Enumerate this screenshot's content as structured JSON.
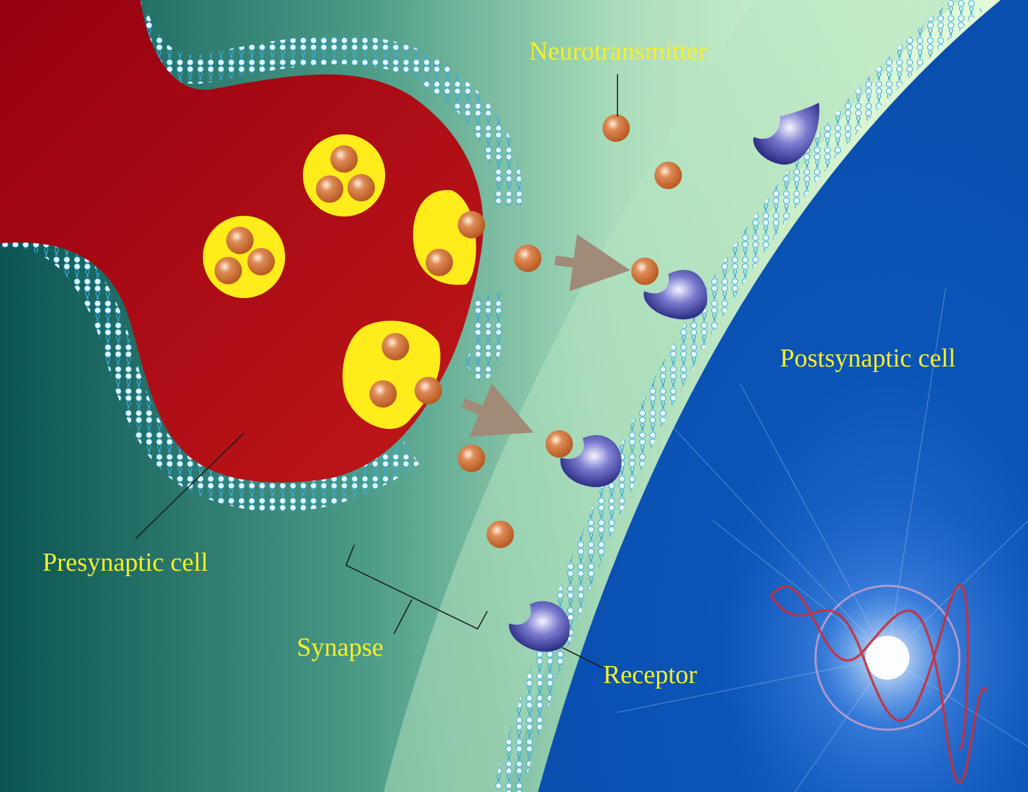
{
  "labels": {
    "neurotransmitter": "Neurotransmitter",
    "postsynaptic": "Postsynaptic cell",
    "presynaptic": "Presynaptic cell",
    "synapse": "Synapse",
    "receptor": "Receptor"
  },
  "colors": {
    "presynaptic_fill": "#b01018",
    "vesicle_fill": "#ffec1a",
    "neurotransmitter": "#c8662e",
    "receptor": "#4a4aa8",
    "postsynaptic_fill": "#0a55b8",
    "membrane": "#5cc6ec",
    "label_text": "#f7ef2a",
    "dna_strand": "#c8303a"
  },
  "counts": {
    "synaptic_vesicles": 4,
    "receptors": 4,
    "free_neurotransmitters": 7
  }
}
